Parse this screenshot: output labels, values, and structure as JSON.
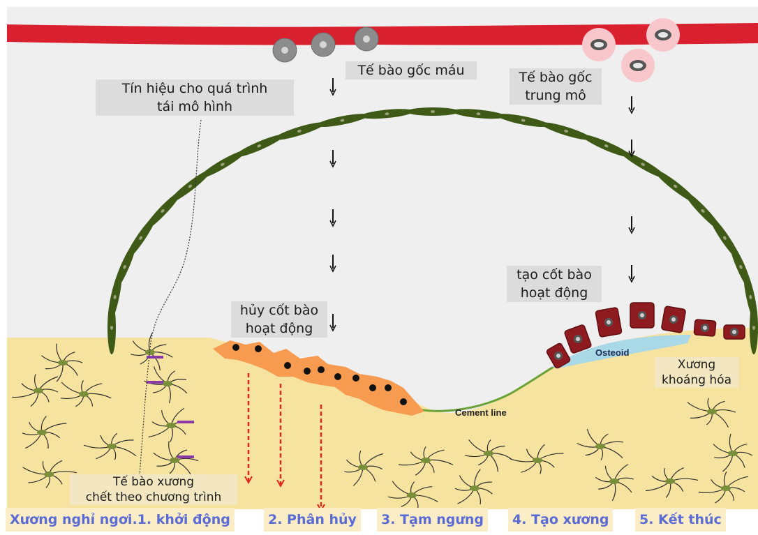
{
  "labels": {
    "signal": "Tín hiệu cho quá trình\ntái mô hình",
    "hsc": "Tế bào gốc máu",
    "msc": "Tế bào gốc\ntrung mô",
    "osteoblast": "tạo cốt bào\nhoạt động",
    "osteoclast": "hủy cốt bào\nhoạt động",
    "osteoid": "Osteoid",
    "cement": "Cement line",
    "mineral": "Xương\nkhoáng hóa",
    "apoptosis": "Tế bào xương\nchết theo chương trình"
  },
  "stages": [
    "Xương nghỉ ngơi.1. khởi động",
    "2. Phân hủy",
    "3. Tạm ngưng",
    "4. Tạo xương",
    "5. Kết thúc"
  ],
  "colors": {
    "blood_vessel": "#d9202e",
    "canopy_cell": "#3f5a16",
    "bone": "#f7e3a0",
    "osteoclast": "#f69b4f",
    "osteoblast": "#8e1b1f",
    "osteoid": "#a9d8e6",
    "cement_line": "#6aa238",
    "resorption_arrow": "#e0271d",
    "stage_text": "#5b6bd6"
  }
}
